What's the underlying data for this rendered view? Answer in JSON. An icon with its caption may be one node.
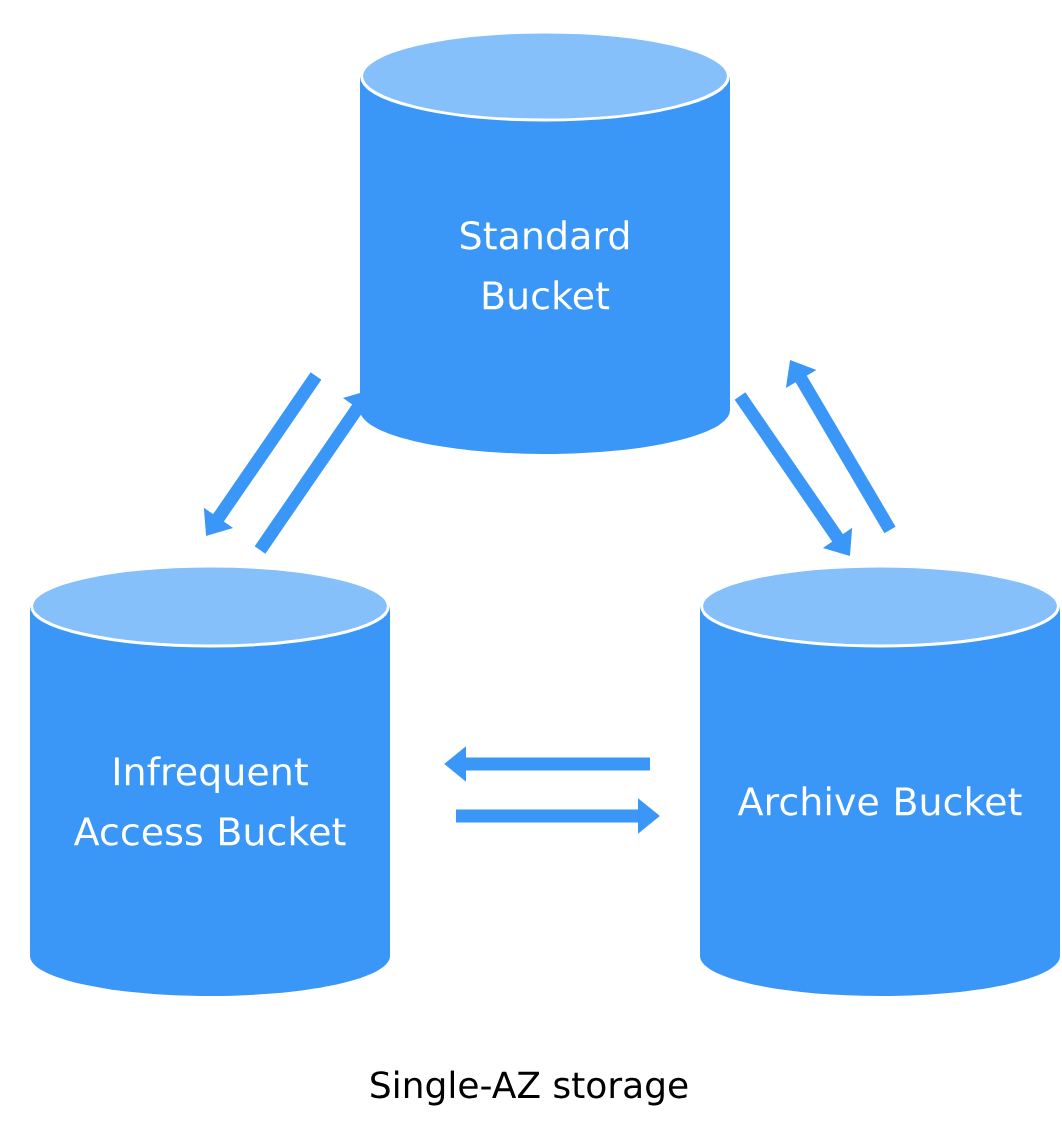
{
  "diagram": {
    "caption": "Single-AZ storage",
    "nodes": [
      {
        "text": [
          "Standard Bucket"
        ]
      },
      {
        "text": [
          "Infrequent Access Bucket"
        ]
      },
      {
        "text": [
          "Archive Bucket"
        ]
      }
    ],
    "edges": [
      {
        "from": 0,
        "to": 1,
        "arrow": "to"
      },
      {
        "from": 1,
        "to": 0,
        "arrow": "to"
      },
      {
        "from": 0,
        "to": 2,
        "arrow": "to"
      },
      {
        "from": 2,
        "to": 0,
        "arrow": "to"
      },
      {
        "from": 2,
        "to": 1,
        "arrow": "to"
      },
      {
        "from": 1,
        "to": 2,
        "arrow": "to"
      }
    ]
  }
}
